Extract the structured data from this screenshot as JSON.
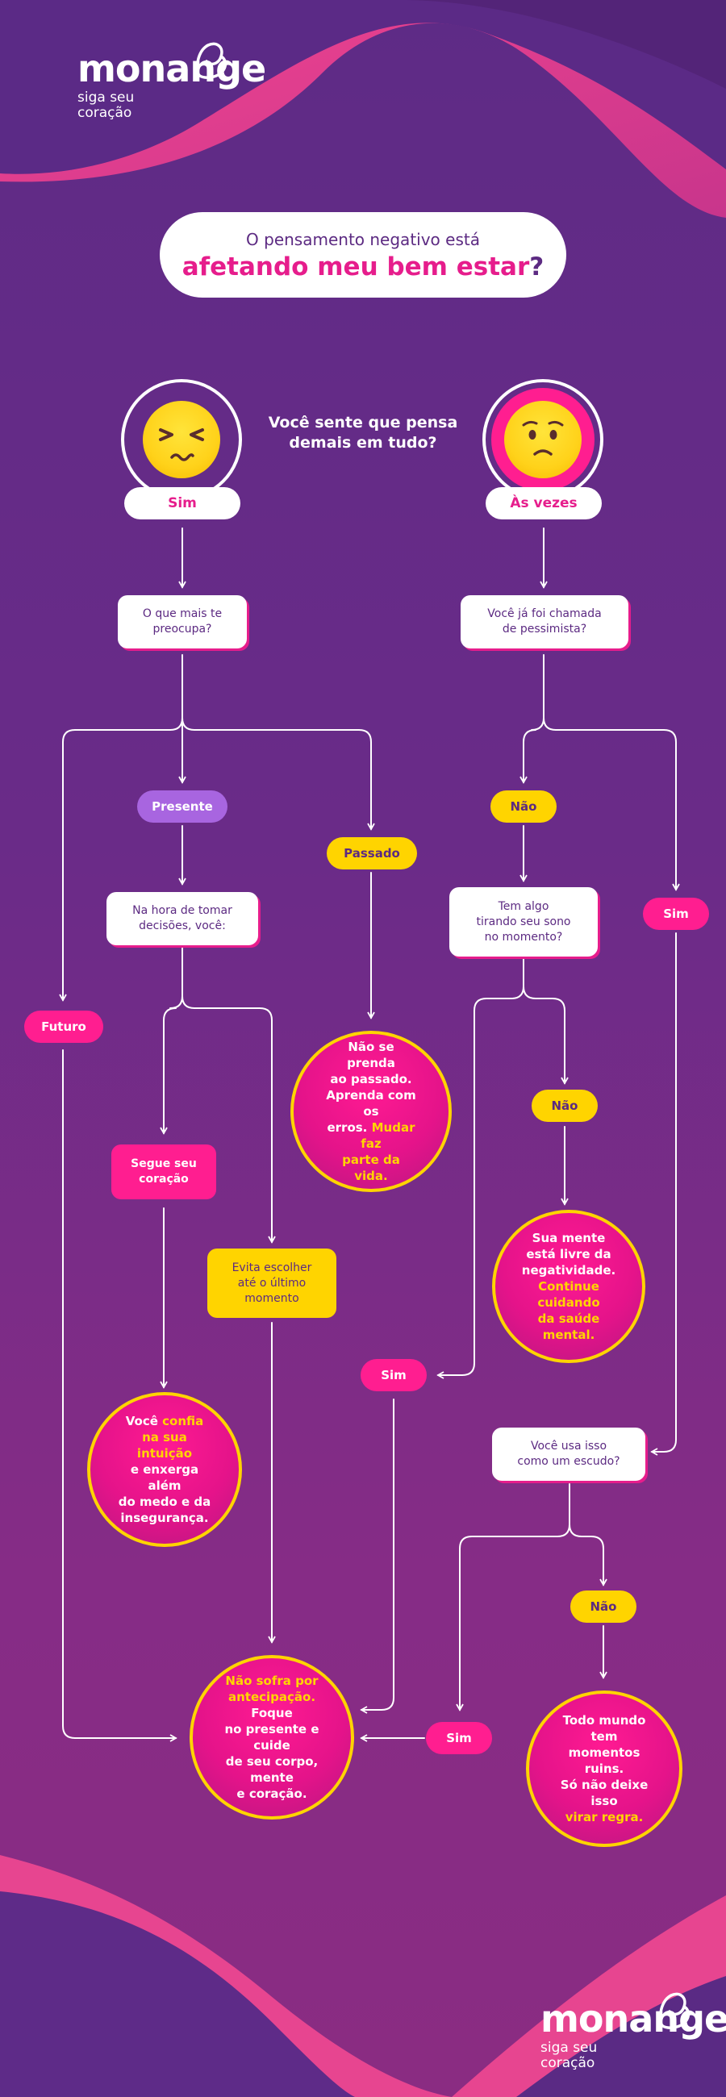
{
  "brand": {
    "name": "monange",
    "tagline_1": "siga seu",
    "tagline_2": "coração"
  },
  "title": {
    "line1": "O pensamento negativo está",
    "line2": "afetando meu bem estar",
    "q": "?"
  },
  "colors": {
    "pink": "#ff1e90",
    "yellow": "#ffd400",
    "purple": "#5c2a82",
    "lilac": "#a865e0"
  },
  "question_1": {
    "line1": "Você sente que pensa",
    "line2": "demais em tudo?"
  },
  "emojis": {
    "left": "overthinking-face-icon",
    "right": "worried-face-icon"
  },
  "answers": {
    "sim_top": "Sim",
    "as_vezes": "Às vezes",
    "presente": "Presente",
    "passado": "Passado",
    "futuro": "Futuro",
    "nao_1": "Não",
    "sim_right": "Sim",
    "nao_2": "Não",
    "sim_mid": "Sim",
    "nao_3": "Não",
    "sim_bottom": "Sim"
  },
  "boxes": {
    "preocupa_1": "O que mais te",
    "preocupa_2": "preocupa?",
    "pessimista_1": "Você já foi chamada",
    "pessimista_2": "de pessimista?",
    "decisoes_1": "Na hora de tomar",
    "decisoes_2": "decisões, você:",
    "sono_1": "Tem algo",
    "sono_2": "tirando seu sono",
    "sono_3": "no momento?",
    "coracao_1": "Segue seu",
    "coracao_2": "coração",
    "evita_1": "Evita escolher",
    "evita_2": "até o último",
    "evita_3": "momento",
    "escudo_1": "Você usa isso",
    "escudo_2": "como um escudo?"
  },
  "results": {
    "passado": {
      "t1": "Não se prenda",
      "t2": "ao passado.",
      "t3": "Aprenda com os",
      "t4": "erros.",
      "h1": "Mudar faz",
      "h2": "parte da vida."
    },
    "livre": {
      "t1": "Sua mente",
      "t2": "está livre da",
      "t3": "negatividade.",
      "h1": "Continue cuidando",
      "h2": "da saúde mental."
    },
    "intuicao": {
      "t1": "Você",
      "h1": "confia",
      "h2": "na sua intuição",
      "t2": "e enxerga além",
      "t3": "do medo e da",
      "t4": "insegurança."
    },
    "antecipacao": {
      "h1": "Não sofra por",
      "h2": "antecipação.",
      "t1": "Foque",
      "t2": "no presente e cuide",
      "t3": "de seu corpo, mente",
      "t4": "e coração."
    },
    "regra": {
      "t1": "Todo mundo tem",
      "t2": "momentos ruins.",
      "t3": "Só não deixe isso",
      "h1": "virar regra."
    }
  }
}
